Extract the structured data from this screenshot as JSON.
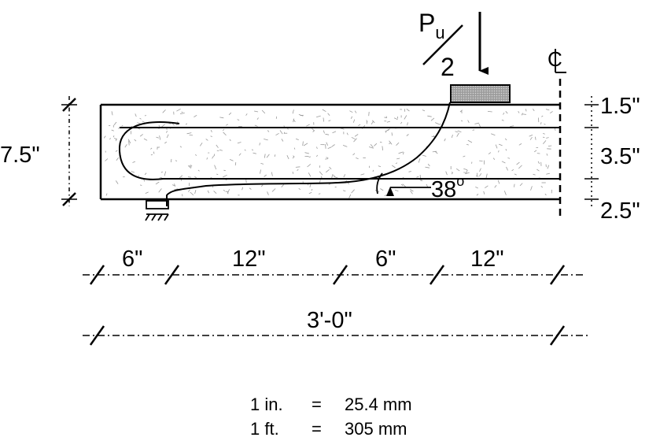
{
  "load": {
    "p": "P",
    "sub": "u",
    "den": "2"
  },
  "centerline": "CL",
  "angle": {
    "value": "38",
    "deg": "o"
  },
  "depths": {
    "top": "1.5\"",
    "middle": "3.5\"",
    "bottom": "2.5\"",
    "total": "7.5\""
  },
  "spans": [
    "6\"",
    "12\"",
    "6\"",
    "12\""
  ],
  "overall": "3'-0\"",
  "conversions": [
    {
      "unit": "1 in.",
      "eq": "=",
      "value": "25.4 mm"
    },
    {
      "unit": "1 ft.",
      "eq": "=",
      "value": "305 mm"
    }
  ],
  "colors": {
    "line": "#000000",
    "plate": "#b5b5b5",
    "speckle": "#9a9a9a"
  }
}
